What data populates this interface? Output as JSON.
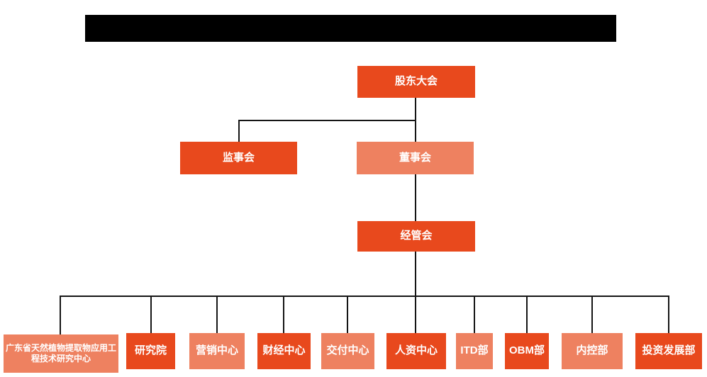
{
  "page": {
    "type": "organization-chart",
    "title_bar": {
      "redacted": true,
      "text": ""
    }
  },
  "colors": {
    "primary_box": "#E8491D",
    "secondary_box": "#EE8160",
    "connector_line": "#151515",
    "box_text": "#FFFFFF",
    "redacted_bar": "#000000",
    "background": "#FFFFFF"
  },
  "org_chart": {
    "root": {
      "label": "股东大会",
      "variant": "dark"
    },
    "second_level": [
      {
        "label": "监事会",
        "variant": "dark"
      },
      {
        "label": "董事会",
        "variant": "light"
      }
    ],
    "third_level": {
      "label": "经管会",
      "variant": "dark"
    },
    "departments": [
      {
        "label": "广东省天然植物提取物应用工程技术研究中心",
        "variant": "light"
      },
      {
        "label": "研究院",
        "variant": "dark"
      },
      {
        "label": "营销中心",
        "variant": "light"
      },
      {
        "label": "财经中心",
        "variant": "dark"
      },
      {
        "label": "交付中心",
        "variant": "light"
      },
      {
        "label": "人资中心",
        "variant": "dark"
      },
      {
        "label": "ITD部",
        "variant": "light"
      },
      {
        "label": "OBM部",
        "variant": "dark"
      },
      {
        "label": "内控部",
        "variant": "light"
      },
      {
        "label": "投资发展部",
        "variant": "dark"
      }
    ],
    "hierarchy": {
      "股东大会": [
        "监事会",
        "董事会"
      ],
      "董事会": [
        "经管会"
      ],
      "经管会": [
        "广东省天然植物提取物应用工程技术研究中心",
        "研究院",
        "营销中心",
        "财经中心",
        "交付中心",
        "人资中心",
        "ITD部",
        "OBM部",
        "内控部",
        "投资发展部"
      ]
    }
  }
}
